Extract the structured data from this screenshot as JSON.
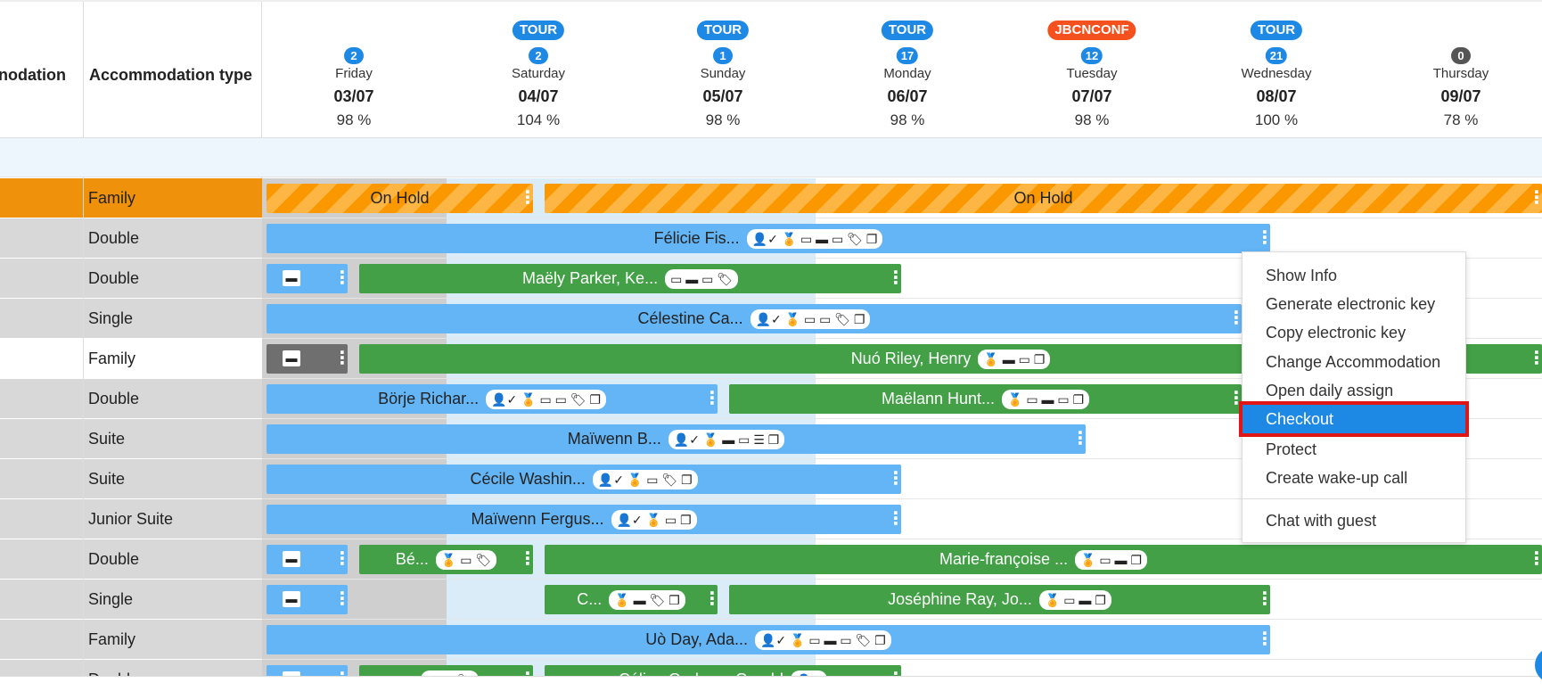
{
  "headers": {
    "accommodation": "nodation",
    "accommodation_type": "Accommodation type"
  },
  "days": [
    {
      "count": "2",
      "tour": "",
      "name": "Friday",
      "date": "03/07",
      "occ": "98 %"
    },
    {
      "count": "2",
      "tour": "TOUR",
      "name": "Saturday",
      "date": "04/07",
      "occ": "104 %"
    },
    {
      "count": "1",
      "tour": "TOUR",
      "name": "Sunday",
      "date": "05/07",
      "occ": "98 %"
    },
    {
      "count": "17",
      "tour": "TOUR",
      "name": "Monday",
      "date": "06/07",
      "occ": "98 %"
    },
    {
      "count": "12",
      "tour": "JBCNCONF",
      "name": "Tuesday",
      "date": "07/07",
      "occ": "98 %"
    },
    {
      "count": "21",
      "tour": "TOUR",
      "name": "Wednesday",
      "date": "08/07",
      "occ": "100 %"
    },
    {
      "count": "0",
      "tour": "",
      "name": "Thursday",
      "date": "09/07",
      "occ": "78 %"
    }
  ],
  "colors": {
    "tour": "#1e88e5",
    "conf": "#f4511e",
    "count_gray": "#555555",
    "blue_bar": "#64b5f6",
    "green_bar": "#43a047",
    "hold": "#fb9800",
    "selected": "#1e88e5",
    "highlight_border": "#e01616"
  },
  "rows": [
    {
      "type": "Family",
      "bars": [
        {
          "label": "On Hold",
          "style": "hold",
          "icons": ""
        },
        {
          "label": "On Hold",
          "style": "hold",
          "icons": ""
        }
      ]
    },
    {
      "type": "Double",
      "bars": [
        {
          "label": "Félicie Fis...",
          "style": "blue",
          "icons": "👤✓ 🏅 ▭ ▬ ▭ 🏷 ❐"
        }
      ]
    },
    {
      "type": "Double",
      "bars": [
        {
          "label": "",
          "style": "blue",
          "icons": ""
        },
        {
          "label": "Maëly Parker, Ke...",
          "style": "green",
          "icons": "▭ ▬ ▭ 🏷"
        }
      ]
    },
    {
      "type": "Single",
      "bars": [
        {
          "label": "Célestine Ca...",
          "style": "blue",
          "icons": "👤✓ 🏅 ▭ ▭ 🏷 ❐"
        }
      ]
    },
    {
      "type": "Family",
      "bars": [
        {
          "label": "",
          "style": "gray",
          "icons": ""
        },
        {
          "label": "Nuó Riley, Henry",
          "style": "green",
          "icons": "🏅 ▬ ▭ ❐"
        }
      ]
    },
    {
      "type": "Double",
      "bars": [
        {
          "label": "Börje Richar...",
          "style": "blue",
          "icons": "👤✓ 🏅 ▭ ▭ 🏷 ❐"
        },
        {
          "label": "Maëlann Hunt...",
          "style": "green",
          "icons": "🏅 ▭ ▬ ▭ ❐"
        }
      ]
    },
    {
      "type": "Suite",
      "bars": [
        {
          "label": "Maïwenn B...",
          "style": "blue",
          "icons": "👤✓ 🏅 ▬ ▭ ☰ ❐"
        }
      ]
    },
    {
      "type": "Suite",
      "bars": [
        {
          "label": "Cécile Washin...",
          "style": "blue",
          "icons": "👤✓ 🏅 ▭ 🏷 ❐"
        }
      ]
    },
    {
      "type": "Junior Suite",
      "bars": [
        {
          "label": "Maïwenn Fergus...",
          "style": "blue",
          "icons": "👤✓ 🏅 ▭ ❐"
        }
      ]
    },
    {
      "type": "Double",
      "bars": [
        {
          "label": "",
          "style": "blue",
          "icons": ""
        },
        {
          "label": "Bé...",
          "style": "green",
          "icons": "🏅 ▭ 🏷"
        },
        {
          "label": "Marie-françoise ...",
          "style": "green",
          "icons": "🏅 ▭ ▬ ❐"
        }
      ]
    },
    {
      "type": "Single",
      "bars": [
        {
          "label": "",
          "style": "blue",
          "icons": ""
        },
        {
          "label": "C...",
          "style": "green",
          "icons": "🏅 ▬ 🏷 ❐"
        },
        {
          "label": "Joséphine Ray, Jo...",
          "style": "green",
          "icons": "🏅 ▭ ▬ ❐"
        }
      ]
    },
    {
      "type": "Family",
      "bars": [
        {
          "label": "Uò Day, Ada...",
          "style": "blue",
          "icons": "👤✓ 🏅 ▭ ▬ ▭ 🏷 ❐"
        }
      ]
    },
    {
      "type": "Double",
      "bars": [
        {
          "label": "",
          "style": "blue",
          "icons": ""
        },
        {
          "label": "",
          "style": "green",
          "icons": "▭ ▭ 🏷"
        },
        {
          "label": "Cálina Graham, Gerald",
          "style": "green",
          "icons": "👤✓"
        }
      ]
    }
  ],
  "menu": {
    "items": [
      "Show Info",
      "Generate electronic key",
      "Copy electronic key",
      "Change Accommodation",
      "Open daily assign",
      "Checkout",
      "Protect",
      "Create wake-up call"
    ],
    "selected": "Checkout",
    "chat": "Chat with guest"
  }
}
